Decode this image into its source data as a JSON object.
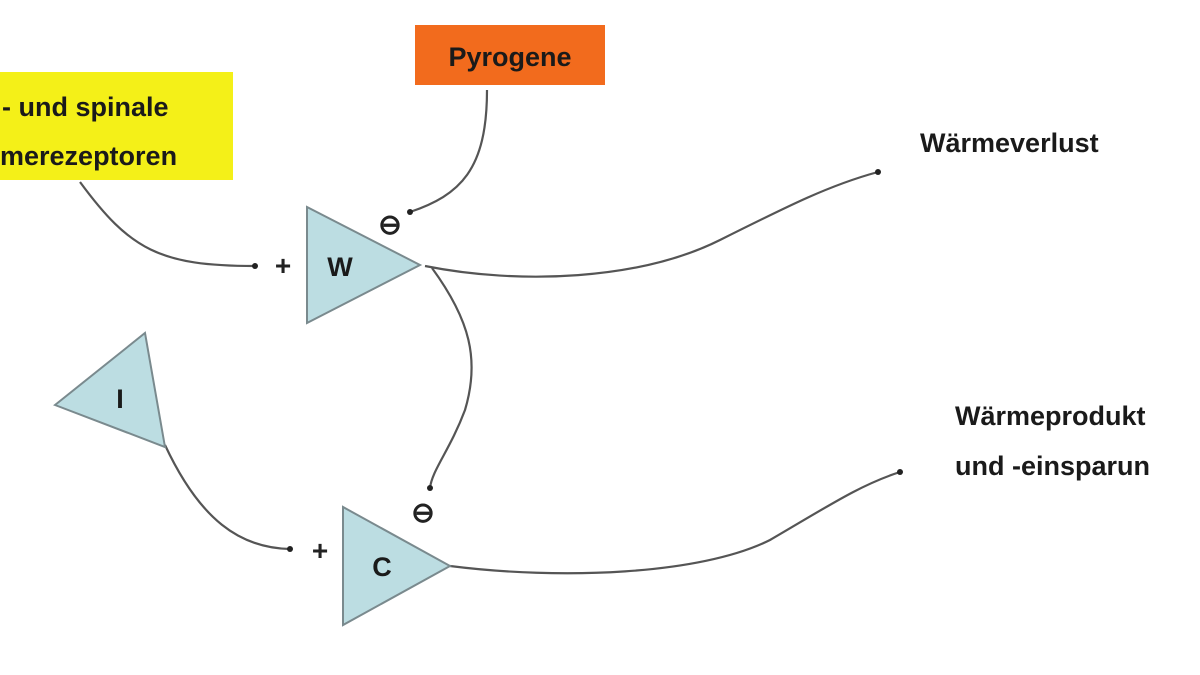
{
  "inputs": {
    "receptors_line1": "- und spinale",
    "receptors_line2": "merezeptoren",
    "pyrogene": "Pyrogene"
  },
  "nodes": {
    "w": "W",
    "i": "I",
    "c": "C"
  },
  "signs": {
    "plus": "+",
    "minus": "⊖"
  },
  "outputs": {
    "heat_loss": "Wärmeverlust",
    "heat_production_line1": "Wärmeprodukt",
    "heat_production_line2": "und -einsparun"
  },
  "colors": {
    "receptor_box": "#f4f018",
    "pyrogene_box": "#f26b1d",
    "triangle_fill": "#bcdde2"
  }
}
